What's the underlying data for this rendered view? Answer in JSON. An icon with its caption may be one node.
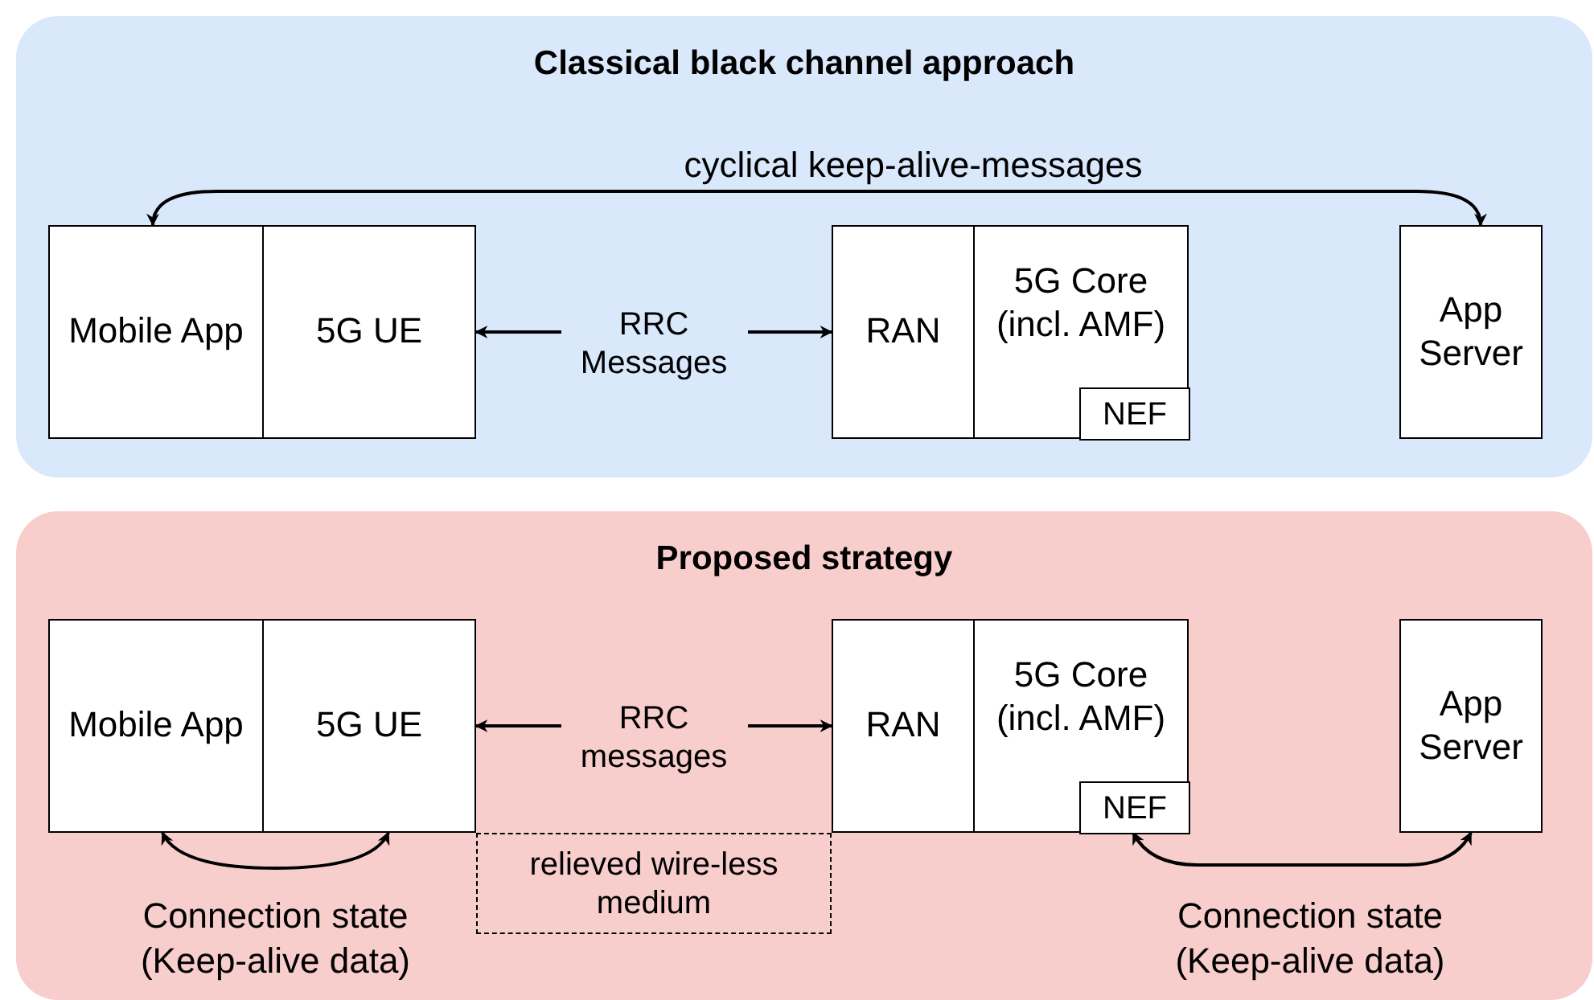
{
  "diagram": {
    "nodes": [
      {
        "text": [
          "Classical black channel approach"
        ]
      },
      {
        "text": [
          "Mobile App"
        ],
        "in": 0
      },
      {
        "text": [
          "5G UE"
        ],
        "in": 0
      },
      {
        "text": [
          "RAN"
        ],
        "in": 0
      },
      {
        "text": [
          "5G Core (incl. AMF)"
        ],
        "in": 0
      },
      {
        "text": [
          "NEF"
        ],
        "in": 4
      },
      {
        "text": [
          "App Server"
        ],
        "in": 0
      },
      {
        "text": [
          "Proposed strategy"
        ]
      },
      {
        "text": [
          "Mobile App"
        ],
        "in": 7
      },
      {
        "text": [
          "5G UE"
        ],
        "in": 7
      },
      {
        "text": [
          "RAN"
        ],
        "in": 7
      },
      {
        "text": [
          "5G Core (incl. AMF)"
        ],
        "in": 7
      },
      {
        "text": [
          "NEF"
        ],
        "in": 11
      },
      {
        "text": [
          "App Server"
        ],
        "in": 7
      },
      {
        "text": [
          "relieved wire-less medium"
        ],
        "in": 7
      }
    ],
    "edges": [
      {
        "from": 1,
        "to": 6,
        "arrow": "both",
        "label": "cyclical keep-alive-messages"
      },
      {
        "from": 2,
        "to": 3,
        "arrow": "both",
        "label": "RRC Messages"
      },
      {
        "from": 9,
        "to": 10,
        "arrow": "both",
        "label": "RRC messages"
      },
      {
        "from": 8,
        "to": 9,
        "arrow": "both",
        "label": "Connection state (Keep-alive data)"
      },
      {
        "from": 12,
        "to": 13,
        "arrow": "both",
        "label": "Connection state (Keep-alive data)"
      }
    ]
  }
}
